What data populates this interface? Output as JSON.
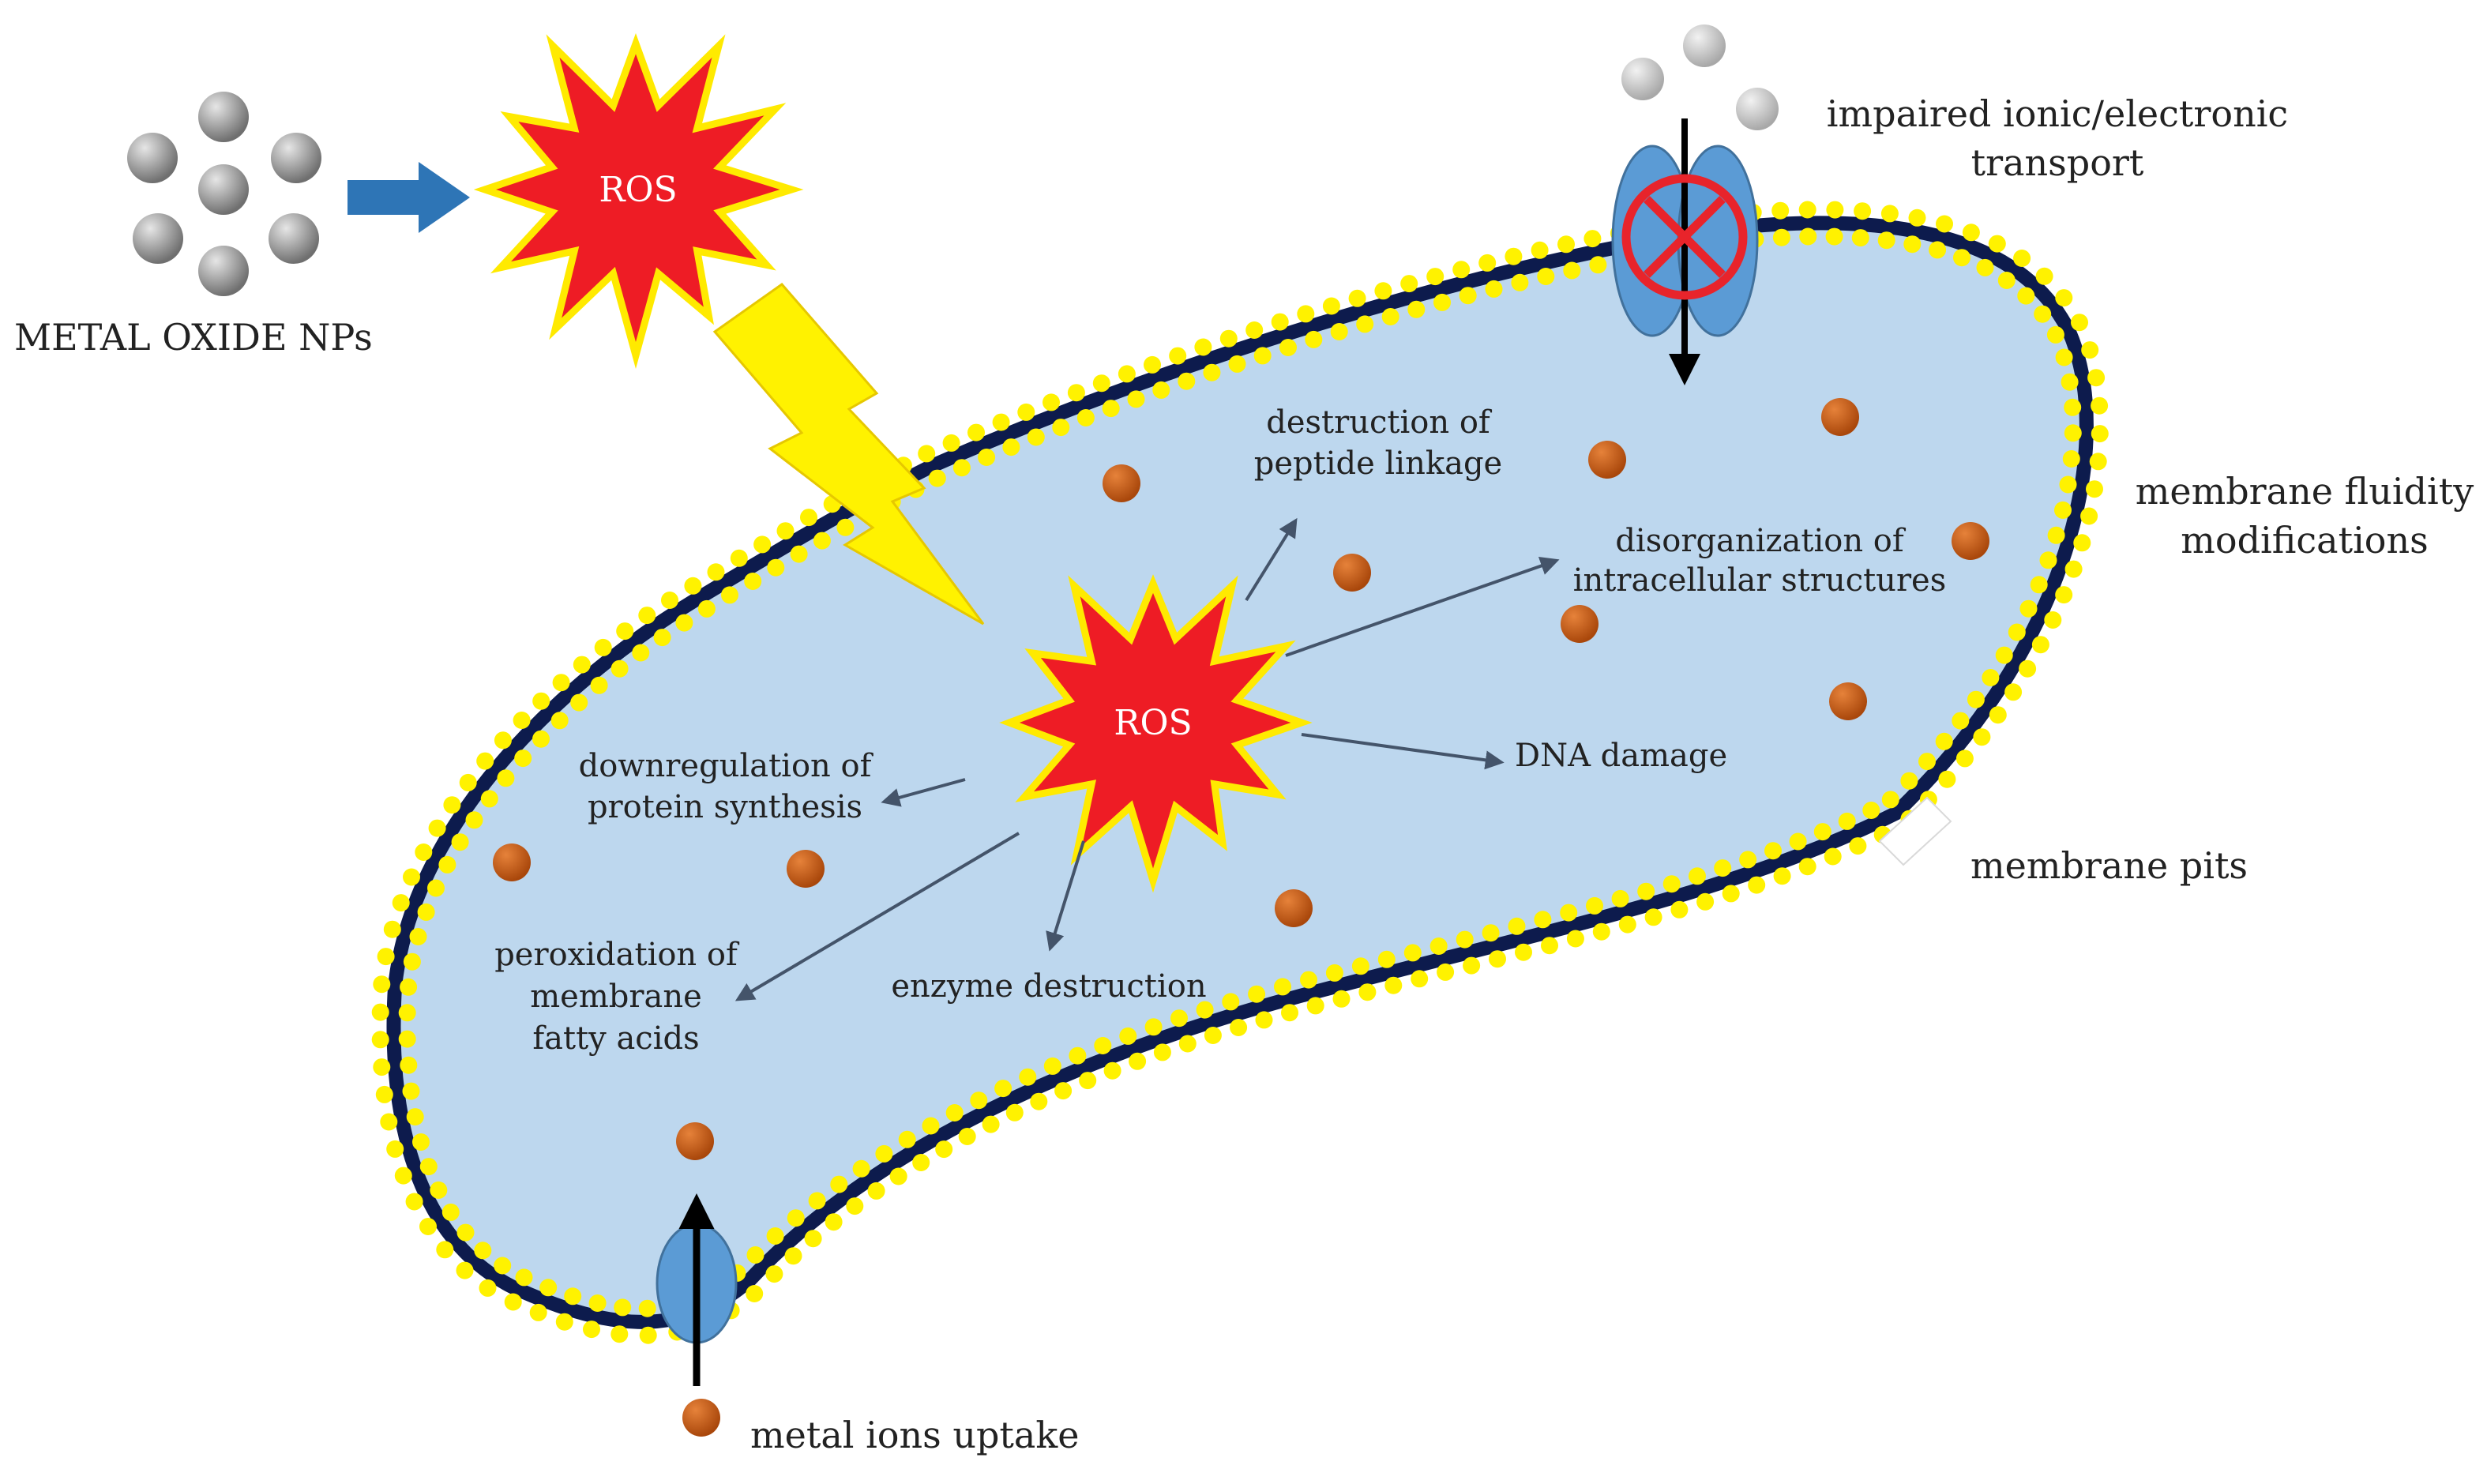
{
  "colors": {
    "cell_fill": "#bdd7ee",
    "membrane_dark": "#0d1b4d",
    "membrane_beads": "#fff200",
    "ros_fill": "#ee1c25",
    "ros_outline": "#ffea00",
    "lightning": "#fff200",
    "ion": "#c55a11",
    "channel": "#5b9bd5",
    "nanoparticle": "#8c8c8c",
    "input_arrow": "#2e75b6",
    "effect_arrow": "#44546a",
    "blocked": "#e8242b"
  },
  "labels": {
    "metal_oxide": "METAL OXIDE NPs",
    "ros_outside": "ROS",
    "ros_inside": "ROS",
    "transport_1": "impaired ionic/electronic",
    "transport_2": "transport",
    "fluidity_1": "membrane fluidity",
    "fluidity_2": "modifications",
    "pits": "membrane pits",
    "uptake": "metal ions uptake",
    "peptide_1": "destruction of",
    "peptide_2": "peptide linkage",
    "disorg_1": "disorganization of",
    "disorg_2": "intracellular structures",
    "dna": "DNA damage",
    "downreg_1": "downregulation of",
    "downreg_2": "protein synthesis",
    "perox_1": "peroxidation of",
    "perox_2": "membrane",
    "perox_3": "fatty acids",
    "enzyme": "enzyme destruction"
  },
  "icons": {
    "blocked_channel": "no-entry-icon",
    "lightning": "lightning-bolt-icon"
  }
}
